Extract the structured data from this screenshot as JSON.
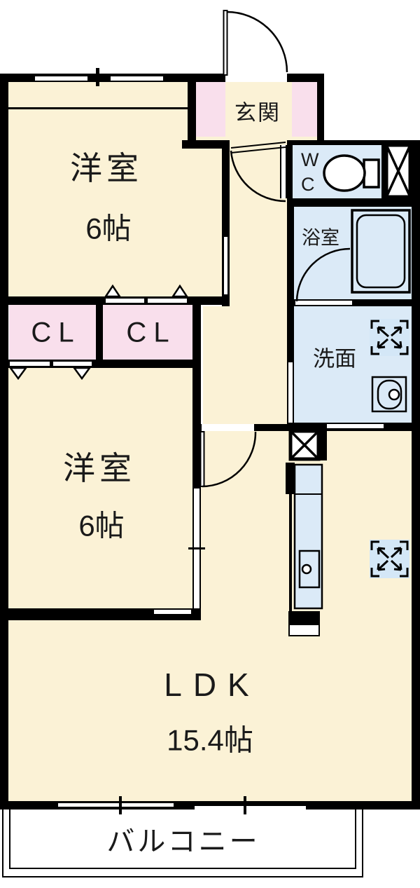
{
  "title": "apartment-floor-plan",
  "colors": {
    "floor": "#FBF2D6",
    "wet_area": "#DBEAF7",
    "closet_pink": "#F9DFEC",
    "wall": "#000000",
    "balcony": "#FFFFFF"
  },
  "rooms": {
    "bedroom1": {
      "name": "洋室",
      "size": "6帖"
    },
    "bedroom2": {
      "name": "洋室",
      "size": "6帖"
    },
    "living": {
      "name": "LDK",
      "size": "15.4帖"
    },
    "entrance": {
      "name": "玄関"
    },
    "toilet": {
      "letters": [
        "W",
        "C"
      ]
    },
    "bathroom": {
      "name": "浴室"
    },
    "washroom": {
      "name": "洗面"
    },
    "closet1": {
      "name": "CL"
    },
    "closet2": {
      "name": "CL"
    },
    "balcony": {
      "name": "バルコニー"
    }
  },
  "fixtures": [
    "entrance-door-swing",
    "hall-door-swing",
    "ldk-door-swing",
    "bathroom-door-swing",
    "toilet-icon",
    "bathtub-icon",
    "washbasin-icon",
    "kitchen-sink-icon",
    "washer-space-symbol",
    "refrigerator-space-symbol",
    "pipe-shaft-x2",
    "window-marks"
  ]
}
